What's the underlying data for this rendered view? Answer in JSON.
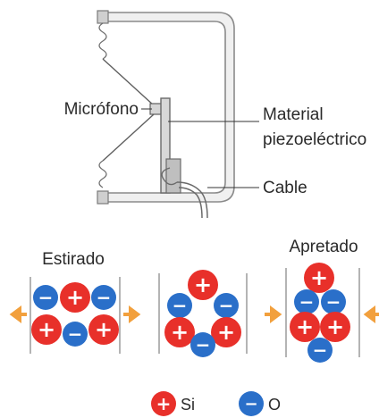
{
  "top_diagram": {
    "label_microphone": "Micrófono",
    "label_material_line1": "Material",
    "label_material_line2": "piezoeléctrico",
    "label_cable": "Cable"
  },
  "crystals": {
    "stretched_label": "Estirado",
    "compressed_label": "Apretado",
    "plus_symbol": "+",
    "minus_symbol": "−"
  },
  "legend": {
    "si_label": "Si",
    "o_label": "O"
  },
  "colors": {
    "si_ion": "#e8302a",
    "o_ion": "#2a6fc9",
    "arrow": "#f2a03d",
    "frame": "#8a8a8a",
    "piezo_material": "#b8b8b8"
  }
}
